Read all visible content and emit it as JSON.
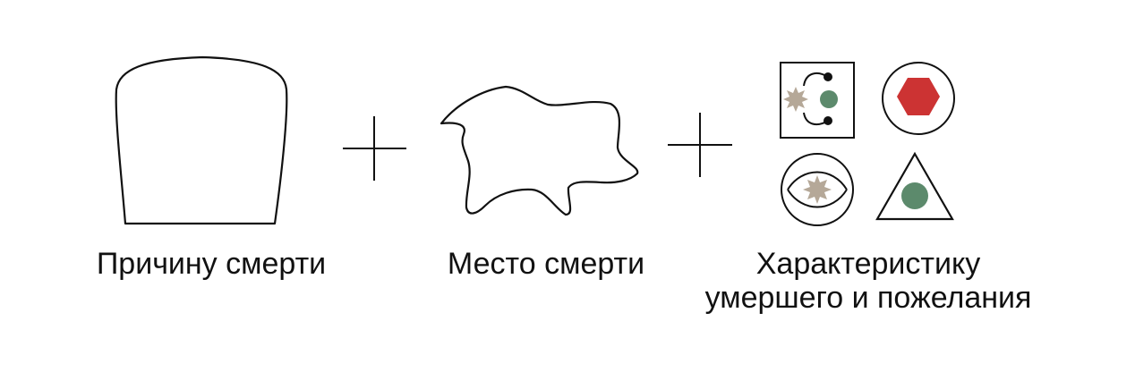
{
  "labels": {
    "cause_of_death": "Причину смерти",
    "place_of_death": "Место смерти",
    "traits_line1": "Характеристику",
    "traits_line2": "умершего и пожелания"
  },
  "colors": {
    "stroke": "#111111",
    "beige": "#b5a898",
    "green": "#5c8a6c",
    "red": "#cc3333",
    "background": "#ffffff"
  },
  "icons": {
    "cause": "tombstone-outline-icon",
    "place": "blob-shape-icon",
    "plus": "plus-icon",
    "square": "square-with-star-dot-arcs-icon",
    "hexagon": "circle-with-hexagon-icon",
    "eye": "eye-with-star-icon",
    "triangle": "triangle-with-dot-icon"
  }
}
